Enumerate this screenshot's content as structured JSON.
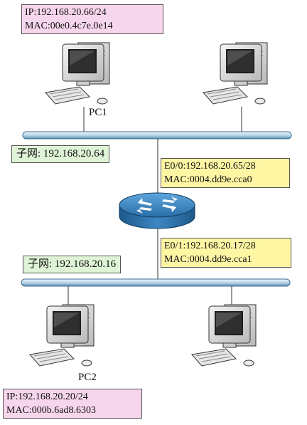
{
  "pc1": {
    "ip": "IP:192.168.20.66/24",
    "mac": "MAC:00e0.4c7e.0e14",
    "name": "PC1"
  },
  "pc2": {
    "ip": "IP:192.168.20.20/24",
    "mac": "MAC:000b.6ad8.6303",
    "name": "PC2"
  },
  "subnet_top": "子网: 192.168.20.64",
  "subnet_bottom": "子网: 192.168.20.16",
  "router_e00": {
    "ip": "E0/0:192.168.20.65/28",
    "mac": "MAC:0004.dd9e.cca0"
  },
  "router_e01": {
    "ip": "E0/1:192.168.20.17/28",
    "mac": "MAC:0004.dd9e.cca1"
  }
}
